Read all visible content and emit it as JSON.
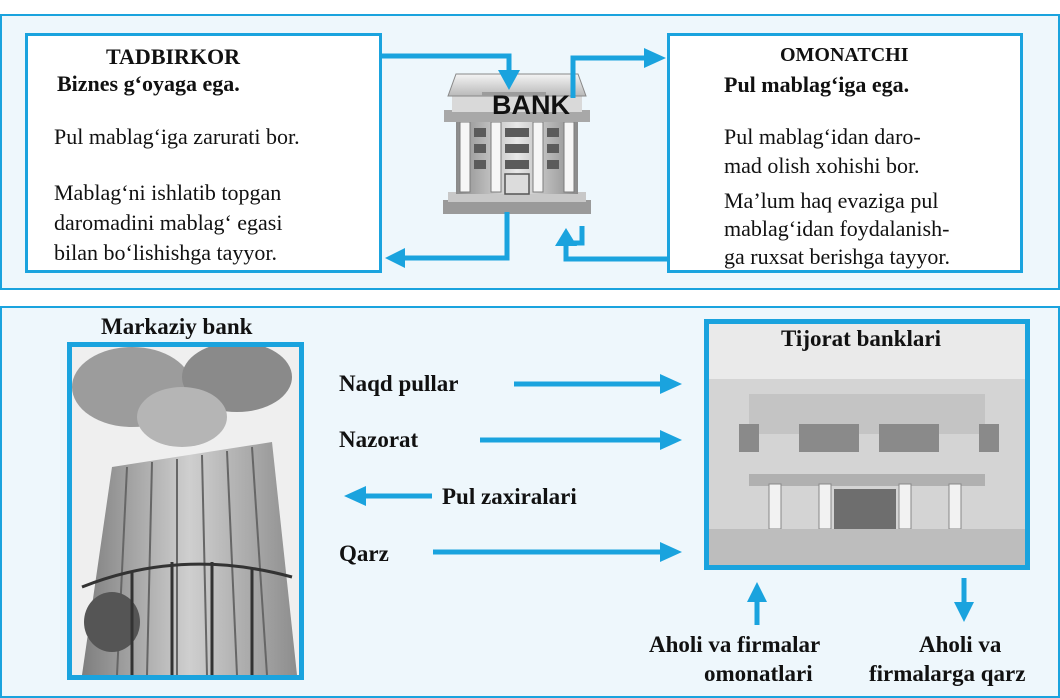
{
  "top": {
    "tadbirkor": {
      "title": "TADBIRKOR",
      "subtitle": "Biznes g‘oyaga ega.",
      "line1": "Pul mablag‘iga zarurati bor.",
      "para2": [
        "Mablag‘ni ishlatib topgan",
        "daromadini mablag‘ egasi",
        "bilan bo‘lishishga tayyor."
      ]
    },
    "bank_label": "BANK",
    "omonatchi": {
      "title": "OMONATCHI",
      "subtitle": "Pul mablag‘iga ega.",
      "para1": [
        "Pul mablag‘idan daro-",
        "mad olish xohishi bor."
      ],
      "para2": [
        "Ma’lum haq evaziga pul",
        "mablag‘idan foydalanish-",
        "ga ruxsat berishga tayyor."
      ]
    }
  },
  "bottom": {
    "central_bank": "Markaziy bank",
    "commercial_banks": "Tijorat banklari",
    "flows": [
      "Naqd pullar",
      "Nazorat",
      "Pul zaxiralari",
      "Qarz"
    ],
    "deposits": [
      "Aholi va firmalar",
      "omonatlari"
    ],
    "loans": [
      "Aholi va",
      "firmalarga qarz"
    ]
  },
  "colors": {
    "accent": "#1aa3de",
    "panel": "#eef7fc"
  }
}
